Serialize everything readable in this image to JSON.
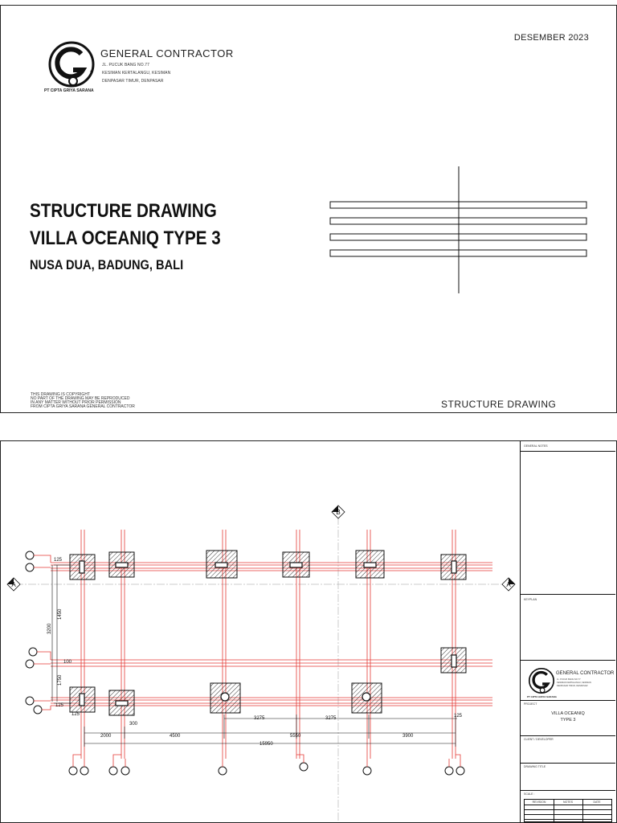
{
  "company": {
    "name": "GENERAL CONTRACTOR",
    "address_lines": [
      "JL. PUCUK BANG NO.77",
      "KESIMAN KERTALANGU, KESIMAN",
      "DENPASAR TIMUR, DENPASAR"
    ],
    "legal_name": "PT CIPTA GRIYA SARANA"
  },
  "cover": {
    "date": "DESEMBER 2023",
    "title_line1": "STRUCTURE DRAWING",
    "title_line2": "VILLA OCEANIQ TYPE 3",
    "location": "NUSA DUA, BADUNG, BALI",
    "copyright_lines": [
      "THIS DRAWING IS COPYRIGHT",
      "NO PART OF THE DRAWING MAY BE REPRODUCED",
      "IN ANY MATTER WITHOUT PRIOR PERMISSION",
      "FROM CIPTA GRIYA SARANA GENERAL CONTRACTOR"
    ],
    "footer_title": "STRUCTURE DRAWING"
  },
  "plan": {
    "grid_labels": [
      "A",
      "B"
    ],
    "dimensions": [
      "125",
      "125",
      "125",
      "125",
      "1450",
      "3200",
      "1750",
      "100",
      "300",
      "2000",
      "4500",
      "5550",
      "3900",
      "3275",
      "3275",
      "15950"
    ]
  },
  "title_block": {
    "general_notes": "GENERAL NOTES",
    "keyplan": "KEYPLAN",
    "project_label": "PROJECT",
    "project_name_line1": "VILLA OCEANIQ",
    "project_name_line2": "TYPE 3",
    "client_label": "CLIENT / DEVELOPER",
    "drawing_title_label": "DRAWING TITLE",
    "scale_label": "SCALE :",
    "table_headers": [
      "REVISION",
      "NOTES",
      "DATE"
    ]
  }
}
